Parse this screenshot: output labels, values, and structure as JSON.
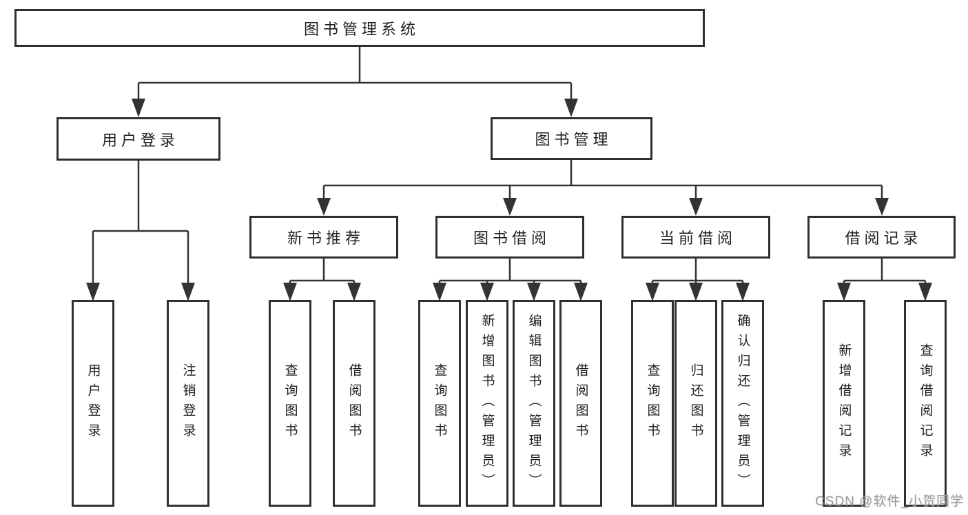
{
  "diagram": {
    "root": {
      "label": "图书管理系统"
    },
    "branches": [
      {
        "label": "用户登录",
        "children": [
          {
            "label": "用户登录"
          },
          {
            "label": "注销登录"
          }
        ]
      },
      {
        "label": "图书管理",
        "children": [
          {
            "label": "新书推荐",
            "children": [
              {
                "label": "查询图书"
              },
              {
                "label": "借阅图书"
              }
            ]
          },
          {
            "label": "图书借阅",
            "children": [
              {
                "label": "查询图书"
              },
              {
                "label": "新增图书（管理员）"
              },
              {
                "label": "编辑图书（管理员）"
              },
              {
                "label": "借阅图书"
              }
            ]
          },
          {
            "label": "当前借阅",
            "children": [
              {
                "label": "查询图书"
              },
              {
                "label": "归还图书"
              },
              {
                "label": "确认归还（管理员）"
              }
            ]
          },
          {
            "label": "借阅记录",
            "children": [
              {
                "label": "新增借阅记录"
              },
              {
                "label": "查询借阅记录"
              }
            ]
          }
        ]
      }
    ],
    "watermark": "CSDN @软件_小贺同学",
    "colors": {
      "line": "#333333",
      "box_border": "#2f2f2f",
      "box_background": "#ffffff",
      "text": "#1f1f1f",
      "watermark": "#9c9c9c"
    }
  }
}
